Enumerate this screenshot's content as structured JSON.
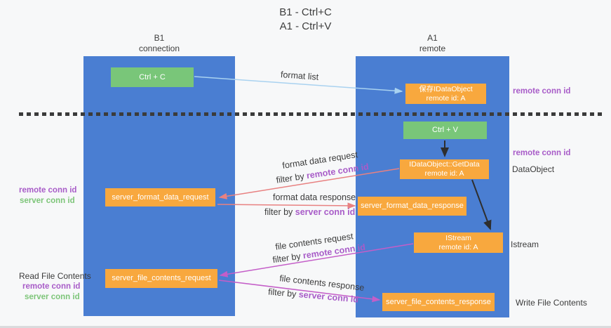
{
  "title": {
    "line1": "B1 - Ctrl+C",
    "line2": "A1 - Ctrl+V"
  },
  "lifelines": {
    "b1": {
      "name": "B1",
      "subtitle": "connection"
    },
    "a1": {
      "name": "A1",
      "subtitle": "remote"
    }
  },
  "boxes": {
    "ctrl_c": {
      "label": "Ctrl + C"
    },
    "ctrl_v": {
      "label": "Ctrl + V"
    },
    "save_dataobject": {
      "line1": "保存IDataObject",
      "line2": "remote id: A"
    },
    "getdata": {
      "line1": "IDataObject::GetData",
      "line2": "remote id: A"
    },
    "istream": {
      "line1": "IStream",
      "line2": "remote id: A"
    },
    "format_request": {
      "label": "server_format_data_request"
    },
    "format_response": {
      "label": "server_format_data_response"
    },
    "file_request": {
      "label": "server_file_contents_request"
    },
    "file_response": {
      "label": "server_file_contents_response"
    }
  },
  "flow_labels": {
    "format_list": "format list",
    "format_data_request": "format data request",
    "format_data_response": "format data response",
    "file_contents_request": "file contents request",
    "file_contents_response": "file contents response",
    "filter_prefix": "filter by ",
    "remote_conn_id": "remote conn id",
    "server_conn_id": "server conn id"
  },
  "side_labels": {
    "left": {
      "remote_conn_id_format": "remote conn id",
      "server_conn_id_format": "server conn id",
      "read_file_contents": "Read File Contents",
      "remote_conn_id_file": "remote conn id",
      "server_conn_id_file": "server conn id"
    },
    "right": {
      "remote_conn_id_top": "remote conn id",
      "remote_conn_id_mid": "remote conn id",
      "dataobject": "DataObject",
      "istream": "Istream",
      "write_file_contents": "Write File Contents"
    }
  },
  "colors": {
    "background": "#f7f8f9",
    "column_blue": "#4a7ed2",
    "box_green": "#79c679",
    "box_orange": "#f8a83e",
    "arrow_light_blue": "#a9d2f0",
    "arrow_salmon": "#e88181",
    "arrow_magenta": "#c45ec8",
    "arrow_black": "#2e2e2e",
    "label_purple": "#a85cc8",
    "label_green": "#7dc579",
    "dashed_line": "#3b3b3b"
  }
}
